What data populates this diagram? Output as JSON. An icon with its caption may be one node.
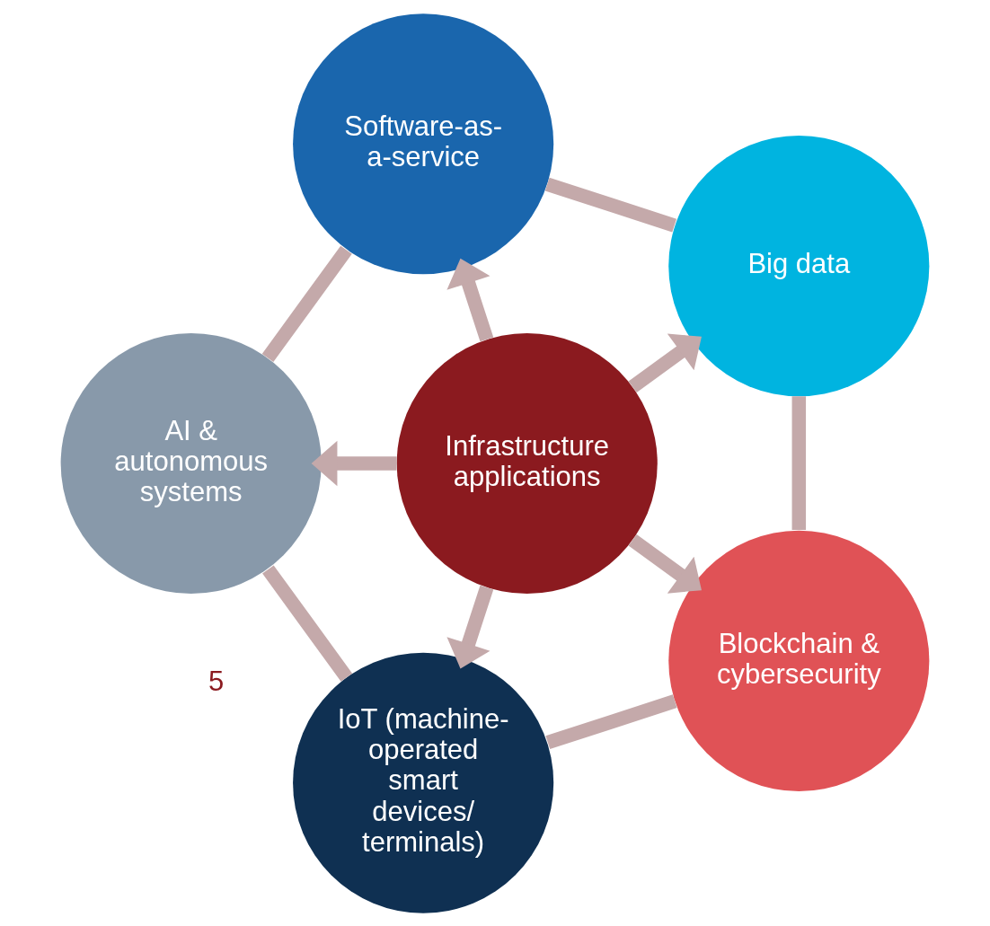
{
  "diagram": {
    "nodes": [
      {
        "text": [
          "Infrastructure applications"
        ]
      },
      {
        "text": [
          "Blockchain & cybersecurity"
        ]
      },
      {
        "text": [
          "IoT (machine-operated smart devices/terminals)"
        ]
      },
      {
        "text": [
          "AI & autonomous systems"
        ]
      },
      {
        "text": [
          "Software-as-a-service"
        ]
      },
      {
        "text": [
          "Big data"
        ]
      }
    ],
    "edges": [
      {
        "from": 0,
        "to": 1,
        "arrow": "to"
      },
      {
        "from": 0,
        "to": 2,
        "arrow": "to"
      },
      {
        "from": 0,
        "to": 3,
        "arrow": "to"
      },
      {
        "from": 0,
        "to": 4,
        "arrow": "to"
      },
      {
        "from": 0,
        "to": 5,
        "arrow": "to"
      },
      {
        "from": 1,
        "to": 2,
        "arrow": "none"
      },
      {
        "from": 2,
        "to": 3,
        "arrow": "none"
      },
      {
        "from": 3,
        "to": 4,
        "arrow": "none"
      },
      {
        "from": 4,
        "to": 5,
        "arrow": "none"
      },
      {
        "from": 5,
        "to": 1,
        "arrow": "none"
      }
    ],
    "labels": [
      "5"
    ]
  }
}
